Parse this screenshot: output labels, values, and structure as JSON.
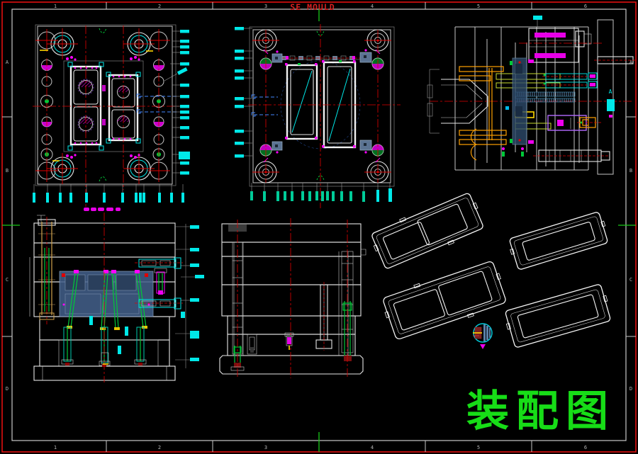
{
  "sheet": {
    "title": "SE MOULD",
    "drawing_name": "装配图",
    "grid_columns": [
      "1",
      "2",
      "3",
      "4",
      "5",
      "6"
    ],
    "grid_rows": [
      "A",
      "B",
      "C",
      "D"
    ],
    "section_marker": "A"
  },
  "colors": {
    "background": "#000000",
    "sheet_border_red": "#e01010",
    "frame_gray": "#c8c8c8",
    "center_mark_green": "#18c818",
    "title_red": "#d42020",
    "drawing_name_green": "#17dd17",
    "balloon_cyan": "#00e8e8",
    "tick_teal": "#00cc99",
    "centerline_red": "#e00000",
    "detail_magenta": "#ff00ff",
    "lifter_green": "#00c838",
    "ejector_orange": "#ffa000",
    "core_steel_blue": "#44618c",
    "cooling_blue": "#4488ff",
    "purple": "#b469ff",
    "sprue_tan": "#d2a24c",
    "highlight_yellow": "#ffd800"
  }
}
